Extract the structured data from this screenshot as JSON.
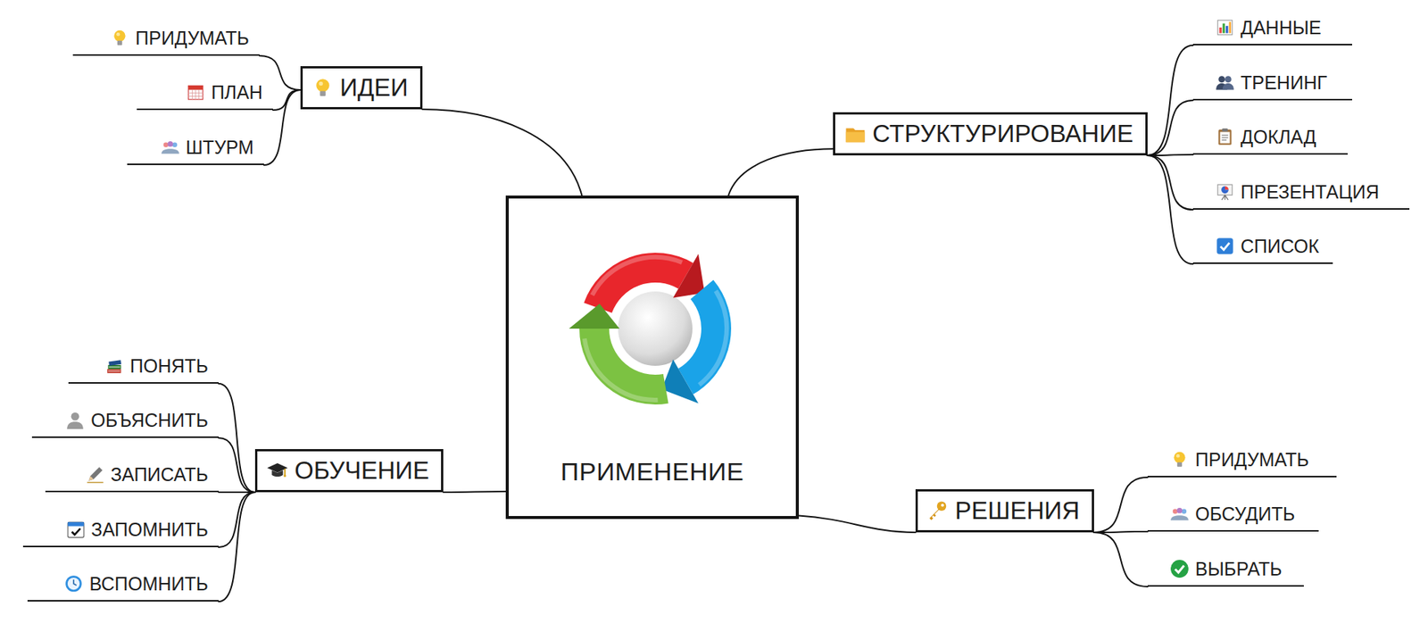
{
  "diagram": {
    "nodes": [
      {
        "text": [
          "ПРИМЕНЕНИЕ"
        ]
      },
      {
        "text": [
          "ИДЕИ"
        ]
      },
      {
        "text": [
          "ПРИДУМАТЬ"
        ]
      },
      {
        "text": [
          "ПЛАН"
        ]
      },
      {
        "text": [
          "ШТУРМ"
        ]
      },
      {
        "text": [
          "СТРУКТУРИРОВАНИЕ"
        ]
      },
      {
        "text": [
          "ДАННЫЕ"
        ]
      },
      {
        "text": [
          "ТРЕНИНГ"
        ]
      },
      {
        "text": [
          "ДОКЛАД"
        ]
      },
      {
        "text": [
          "ПРЕЗЕНТАЦИЯ"
        ]
      },
      {
        "text": [
          "СПИСОК"
        ]
      },
      {
        "text": [
          "ОБУЧЕНИЕ"
        ]
      },
      {
        "text": [
          "ПОНЯТЬ"
        ]
      },
      {
        "text": [
          "ОБЪЯСНИТЬ"
        ]
      },
      {
        "text": [
          "ЗАПИСАТЬ"
        ]
      },
      {
        "text": [
          "ЗАПОМНИТЬ"
        ]
      },
      {
        "text": [
          "ВСПОМНИТЬ"
        ]
      },
      {
        "text": [
          "РЕШЕНИЯ"
        ]
      },
      {
        "text": [
          "ПРИДУМАТЬ"
        ]
      },
      {
        "text": [
          "ОБСУДИТЬ"
        ]
      },
      {
        "text": [
          "ВЫБРАТЬ"
        ]
      }
    ],
    "edges": [
      {
        "from": 0,
        "to": 1,
        "arrow": "none"
      },
      {
        "from": 1,
        "to": 2,
        "arrow": "none"
      },
      {
        "from": 1,
        "to": 3,
        "arrow": "none"
      },
      {
        "from": 1,
        "to": 4,
        "arrow": "none"
      },
      {
        "from": 0,
        "to": 5,
        "arrow": "none"
      },
      {
        "from": 5,
        "to": 6,
        "arrow": "none"
      },
      {
        "from": 5,
        "to": 7,
        "arrow": "none"
      },
      {
        "from": 5,
        "to": 8,
        "arrow": "none"
      },
      {
        "from": 5,
        "to": 9,
        "arrow": "none"
      },
      {
        "from": 5,
        "to": 10,
        "arrow": "none"
      },
      {
        "from": 0,
        "to": 11,
        "arrow": "none"
      },
      {
        "from": 11,
        "to": 12,
        "arrow": "none"
      },
      {
        "from": 11,
        "to": 13,
        "arrow": "none"
      },
      {
        "from": 11,
        "to": 14,
        "arrow": "none"
      },
      {
        "from": 11,
        "to": 15,
        "arrow": "none"
      },
      {
        "from": 11,
        "to": 16,
        "arrow": "none"
      },
      {
        "from": 0,
        "to": 17,
        "arrow": "none"
      },
      {
        "from": 17,
        "to": 18,
        "arrow": "none"
      },
      {
        "from": 17,
        "to": 19,
        "arrow": "none"
      },
      {
        "from": 17,
        "to": 20,
        "arrow": "none"
      }
    ]
  }
}
